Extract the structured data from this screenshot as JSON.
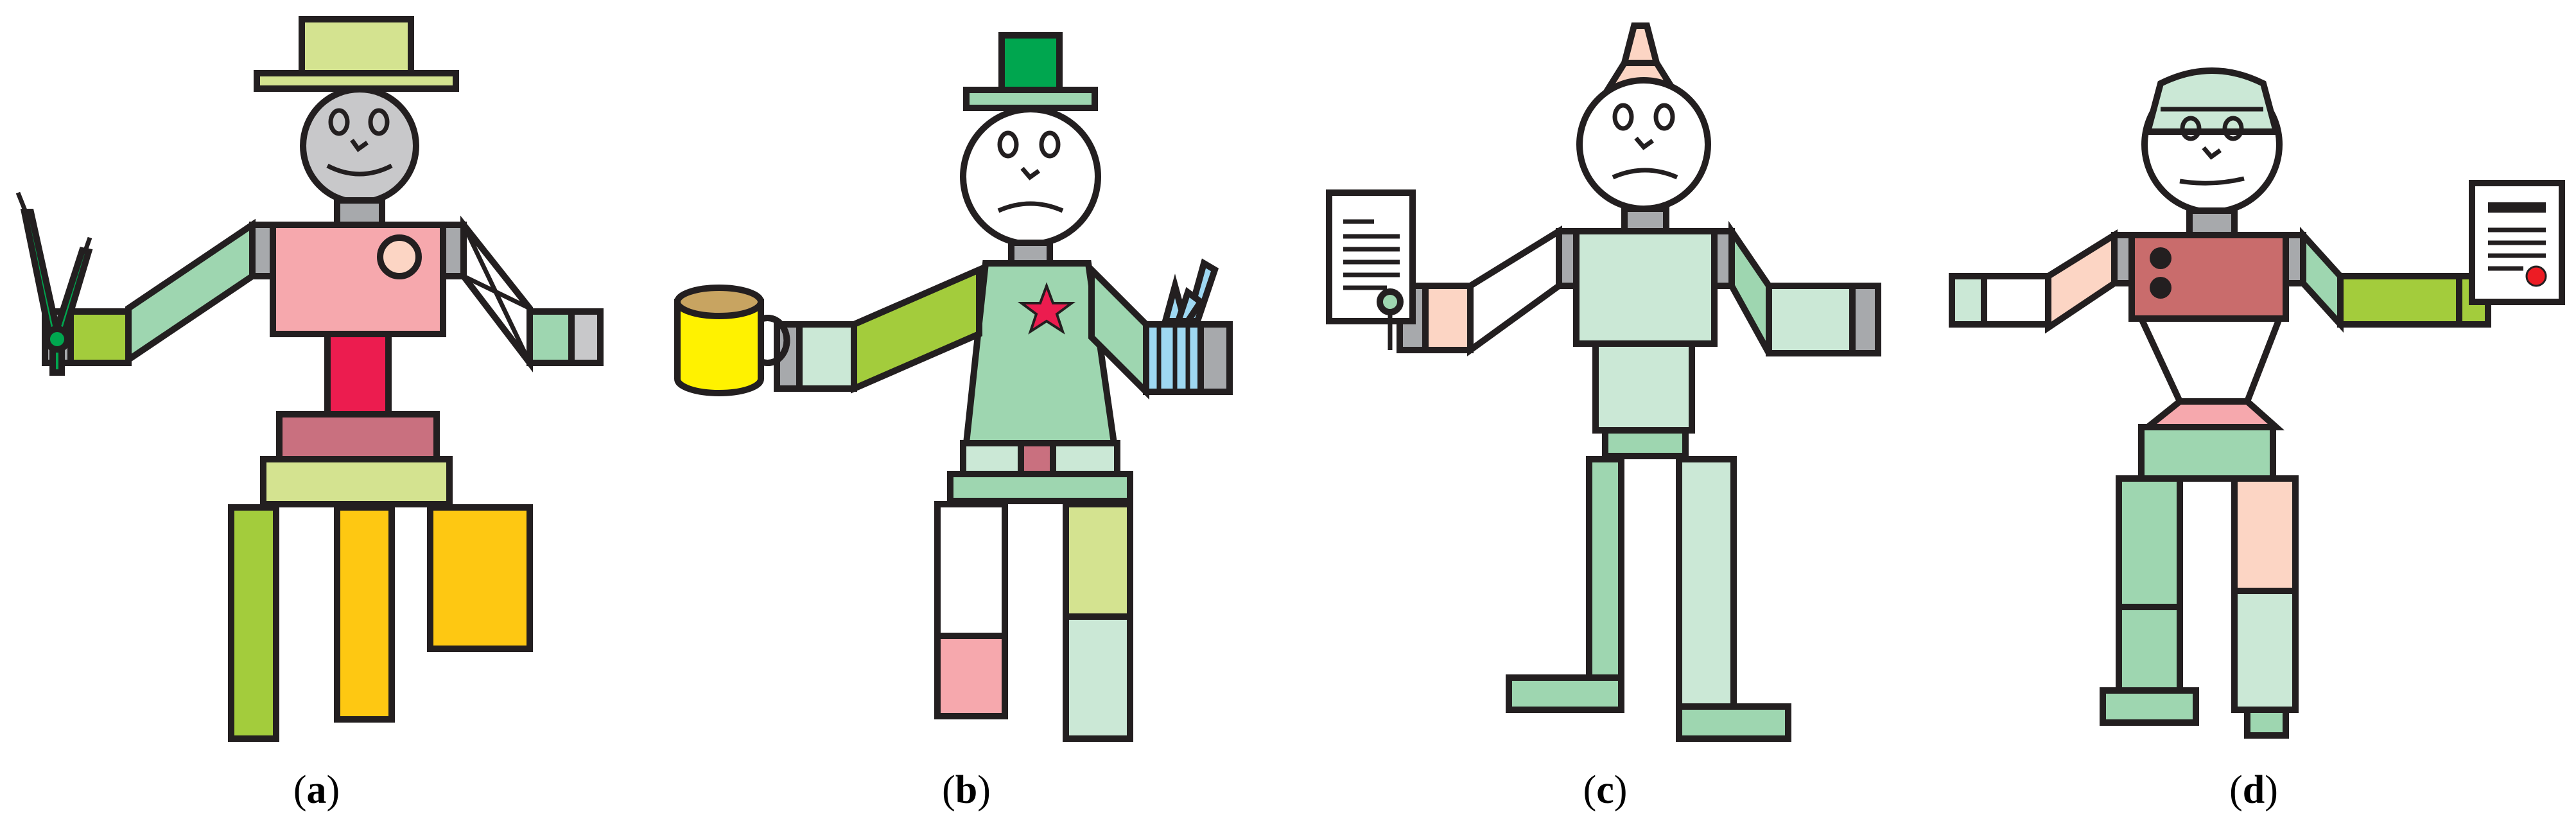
{
  "panels": [
    {
      "id": "a",
      "label_open": "(",
      "label_letter": "a",
      "label_close": ")"
    },
    {
      "id": "b",
      "label_open": "(",
      "label_letter": "b",
      "label_close": ")"
    },
    {
      "id": "c",
      "label_open": "(",
      "label_letter": "c",
      "label_close": ")"
    },
    {
      "id": "d",
      "label_open": "(",
      "label_letter": "d",
      "label_close": ")"
    }
  ],
  "colors": {
    "outline": "#231f20",
    "light_olive": "#d4e390",
    "gray": "#c8c8ca",
    "mid_gray": "#a7a9ac",
    "pink": "#f6a8ad",
    "crimson": "#ec1c4f",
    "mauve": "#c9707f",
    "yellow_green": "#a3cc3c",
    "mint": "#9ed6b0",
    "pale_mint": "#cbe8d6",
    "gold": "#fec812",
    "peach": "#fcd5c4",
    "green": "#00a64f",
    "cup_yellow": "#fff200",
    "coffee": "#c8a461",
    "sky": "#9ed8f2",
    "brick": "#c96c6c",
    "red": "#ed1c24",
    "white": "#ffffff"
  }
}
